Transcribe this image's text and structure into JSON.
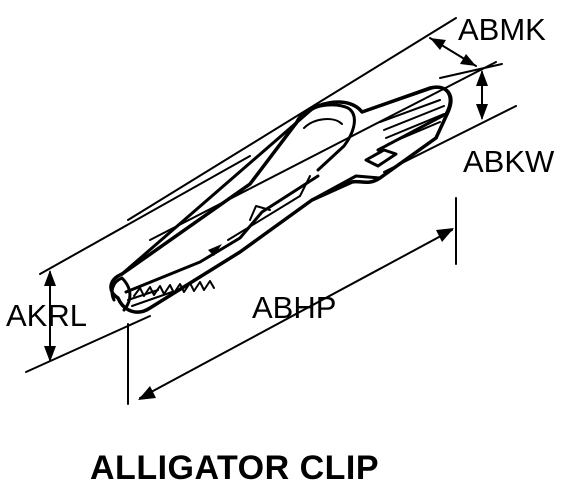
{
  "caption": "ALLIGATOR CLIP",
  "dimensions": {
    "abmk": "ABMK",
    "abkw": "ABKW",
    "akrl": "AKRL",
    "abhp": "ABHP"
  },
  "colors": {
    "ink": "#000000",
    "background": "#ffffff"
  }
}
